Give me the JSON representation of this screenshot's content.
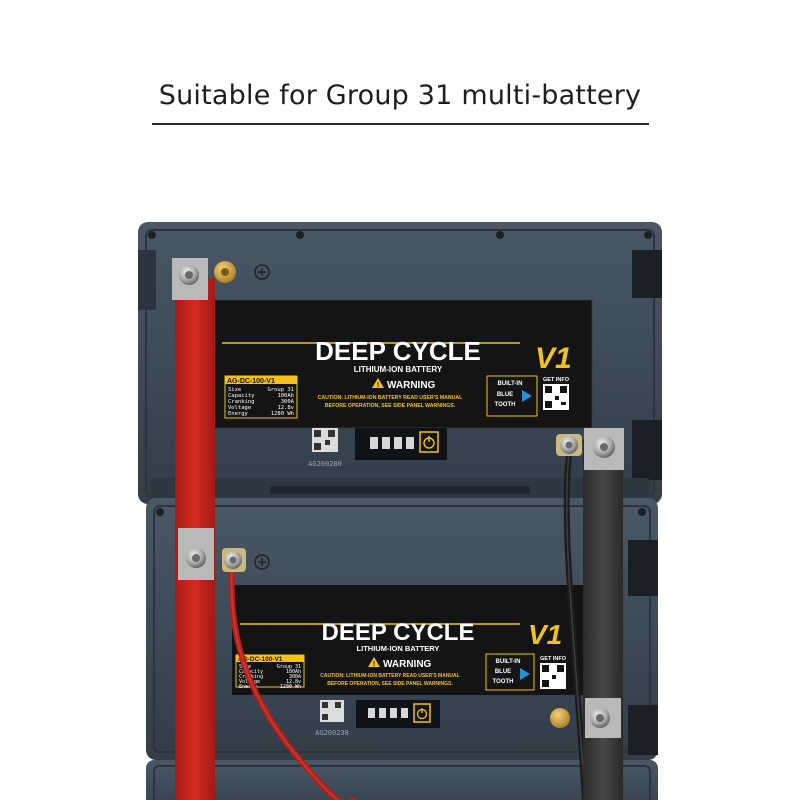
{
  "headline": "Suitable for Group 31 multi-battery",
  "colors": {
    "case": "#3e4b58",
    "case_dark": "#222b34",
    "label_bg": "#141414",
    "accent_yellow": "#f2c21b",
    "accent_blue": "#2b8fd6",
    "busbar_red": "#c8231e",
    "busbar_black": "#3a3a3a"
  },
  "batteries": [
    {
      "title": "DEEP CYCLE",
      "subtitle": "LITHIUM-ION BATTERY",
      "logo": "V1",
      "model": "AG-DC-100-V1",
      "specs": [
        {
          "k": "Size",
          "v": "Group 31"
        },
        {
          "k": "Capacity",
          "v": "100Ah"
        },
        {
          "k": "Cranking",
          "v": "300A"
        },
        {
          "k": "Voltage",
          "v": "12.8v"
        },
        {
          "k": "Energy",
          "v": "1280 Wh"
        }
      ],
      "warning_title": "WARNING",
      "warning_text_1": "CAUTION: LITHIUM-ION BATTERY READ USER'S MANUAL",
      "warning_text_2": "BEFORE OPERATION, SEE SIDE PANEL WARNINGS.",
      "bt_line_1": "BUILT-IN",
      "bt_line_2": "BLUE",
      "bt_line_3": "TOOTH",
      "get_info": "GET INFO",
      "serial": "AG200280"
    },
    {
      "title": "DEEP CYCLE",
      "subtitle": "LITHIUM-ION BATTERY",
      "logo": "V1",
      "model": "AG-DC-100-V1",
      "specs": [
        {
          "k": "Size",
          "v": "Group 31"
        },
        {
          "k": "Capacity",
          "v": "100Ah"
        },
        {
          "k": "Cranking",
          "v": "300A"
        },
        {
          "k": "Voltage",
          "v": "12.8v"
        },
        {
          "k": "Energy",
          "v": "1280 Wh"
        }
      ],
      "warning_title": "WARNING",
      "warning_text_1": "CAUTION: LITHIUM-ION BATTERY READ USER'S MANUAL",
      "warning_text_2": "BEFORE OPERATION, SEE SIDE PANEL WARNINGS.",
      "bt_line_1": "BUILT-IN",
      "bt_line_2": "BLUE",
      "bt_line_3": "TOOTH",
      "get_info": "GET INFO",
      "serial": "AG200238"
    }
  ]
}
